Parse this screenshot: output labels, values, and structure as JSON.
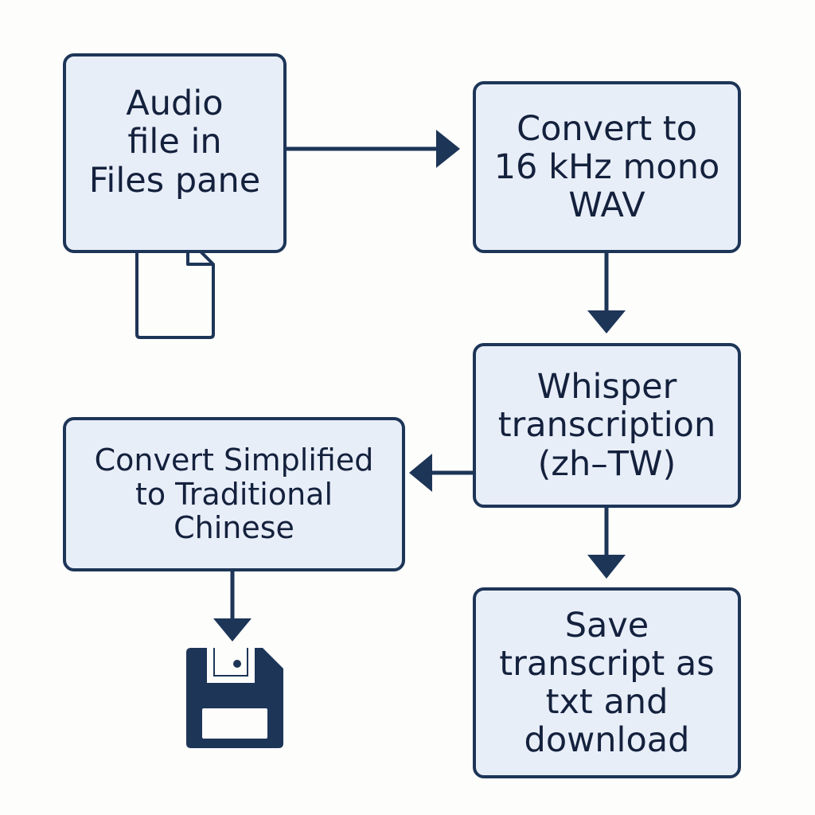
{
  "nodes": {
    "audio": {
      "lines": [
        "Audio",
        "file in",
        "Files pane"
      ]
    },
    "convert": {
      "lines": [
        "Convert to",
        "16 kHz mono",
        "WAV"
      ]
    },
    "whisper": {
      "lines": [
        "Whisper",
        "transcription",
        "(zh–TW)"
      ]
    },
    "traditional": {
      "lines": [
        "Convert Simplified",
        "to Traditional",
        "Chinese"
      ]
    },
    "save": {
      "lines": [
        "Save",
        "transcript as",
        "txt and",
        "download"
      ]
    }
  },
  "icons": {
    "audio_file": "document-icon",
    "save": "floppy-disk-icon"
  },
  "colors": {
    "node_fill": "#e8eef8",
    "node_border": "#1d3557",
    "connector": "#1d3557",
    "text": "#14213d"
  }
}
